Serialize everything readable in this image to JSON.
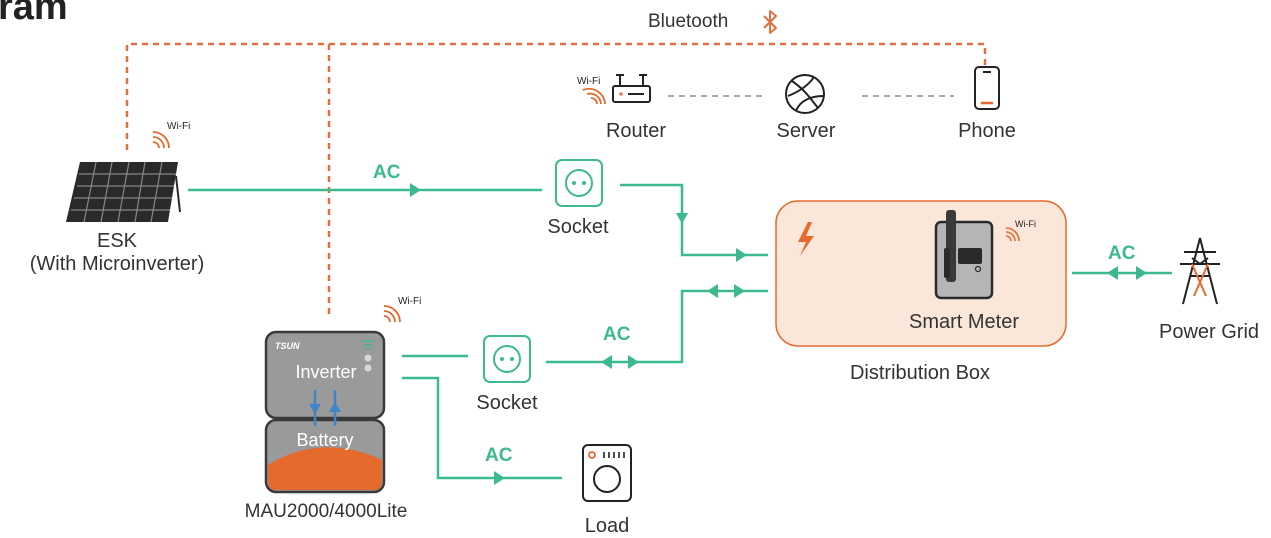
{
  "title_fragment": "ram",
  "bluetooth": {
    "label": "Bluetooth"
  },
  "network": {
    "wifi_tag": "Wi-Fi",
    "router": "Router",
    "server": "Server",
    "phone": "Phone"
  },
  "esk": {
    "line1": "ESK",
    "line2": "(With Microinverter)",
    "wifi_tag": "Wi-Fi"
  },
  "sockets": {
    "top": "Socket",
    "bottom": "Socket"
  },
  "ac_labels": {
    "esk_line": "AC",
    "socket_line": "AC",
    "load_line": "AC",
    "grid_line": "AC"
  },
  "distribution_box": {
    "label": "Distribution Box",
    "meter_label": "Smart Meter",
    "wifi_tag": "Wi-Fi"
  },
  "power_grid": {
    "label": "Power Grid"
  },
  "unit": {
    "brand": "TSUN",
    "inverter": "Inverter",
    "battery": "Battery",
    "model": "MAU2000/4000Lite",
    "wifi_tag": "Wi-Fi"
  },
  "load": {
    "label": "Load"
  },
  "colors": {
    "ac_line": "#3dba8c",
    "bluetooth_link": "#e07040",
    "accent_orange": "#e56a2e",
    "box_fill": "#fbe6da",
    "dark_gray": "#3a3a3a"
  }
}
